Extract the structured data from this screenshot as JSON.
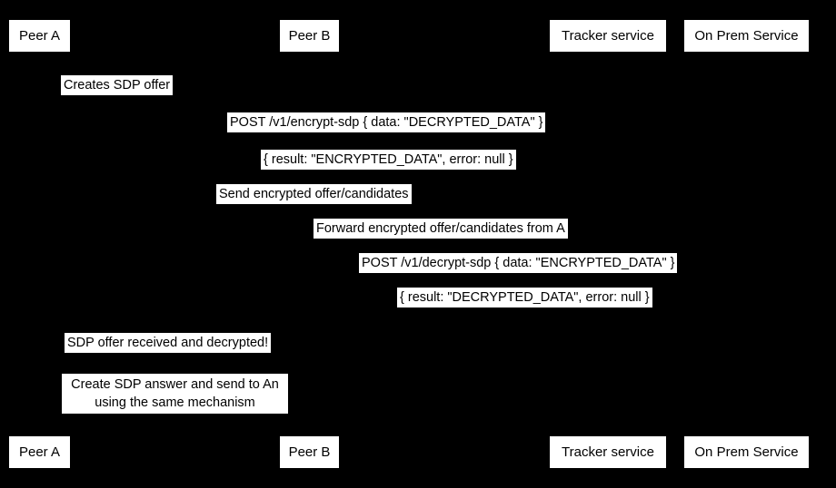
{
  "colors": {
    "background": "#000000",
    "label_background": "#ffffff",
    "label_text": "#000000"
  },
  "participants": [
    {
      "label": "Peer A"
    },
    {
      "label": "Peer B"
    },
    {
      "label": "Tracker service"
    },
    {
      "label": "On Prem Service"
    }
  ],
  "messages": [
    {
      "text": "Creates SDP offer"
    },
    {
      "text": "POST /v1/encrypt-sdp { data: \"DECRYPTED_DATA\" }"
    },
    {
      "text": "{ result: \"ENCRYPTED_DATA\", error: null }"
    },
    {
      "text": "Send encrypted offer/candidates"
    },
    {
      "text": "Forward encrypted offer/candidates from A"
    },
    {
      "text": "POST /v1/decrypt-sdp { data: \"ENCRYPTED_DATA\" }"
    },
    {
      "text": "{ result: \"DECRYPTED_DATA\", error: null }"
    },
    {
      "text": "SDP offer received and decrypted!"
    }
  ],
  "note": {
    "lines": [
      "Create SDP answer and send to An",
      "using the same mechanism"
    ]
  }
}
